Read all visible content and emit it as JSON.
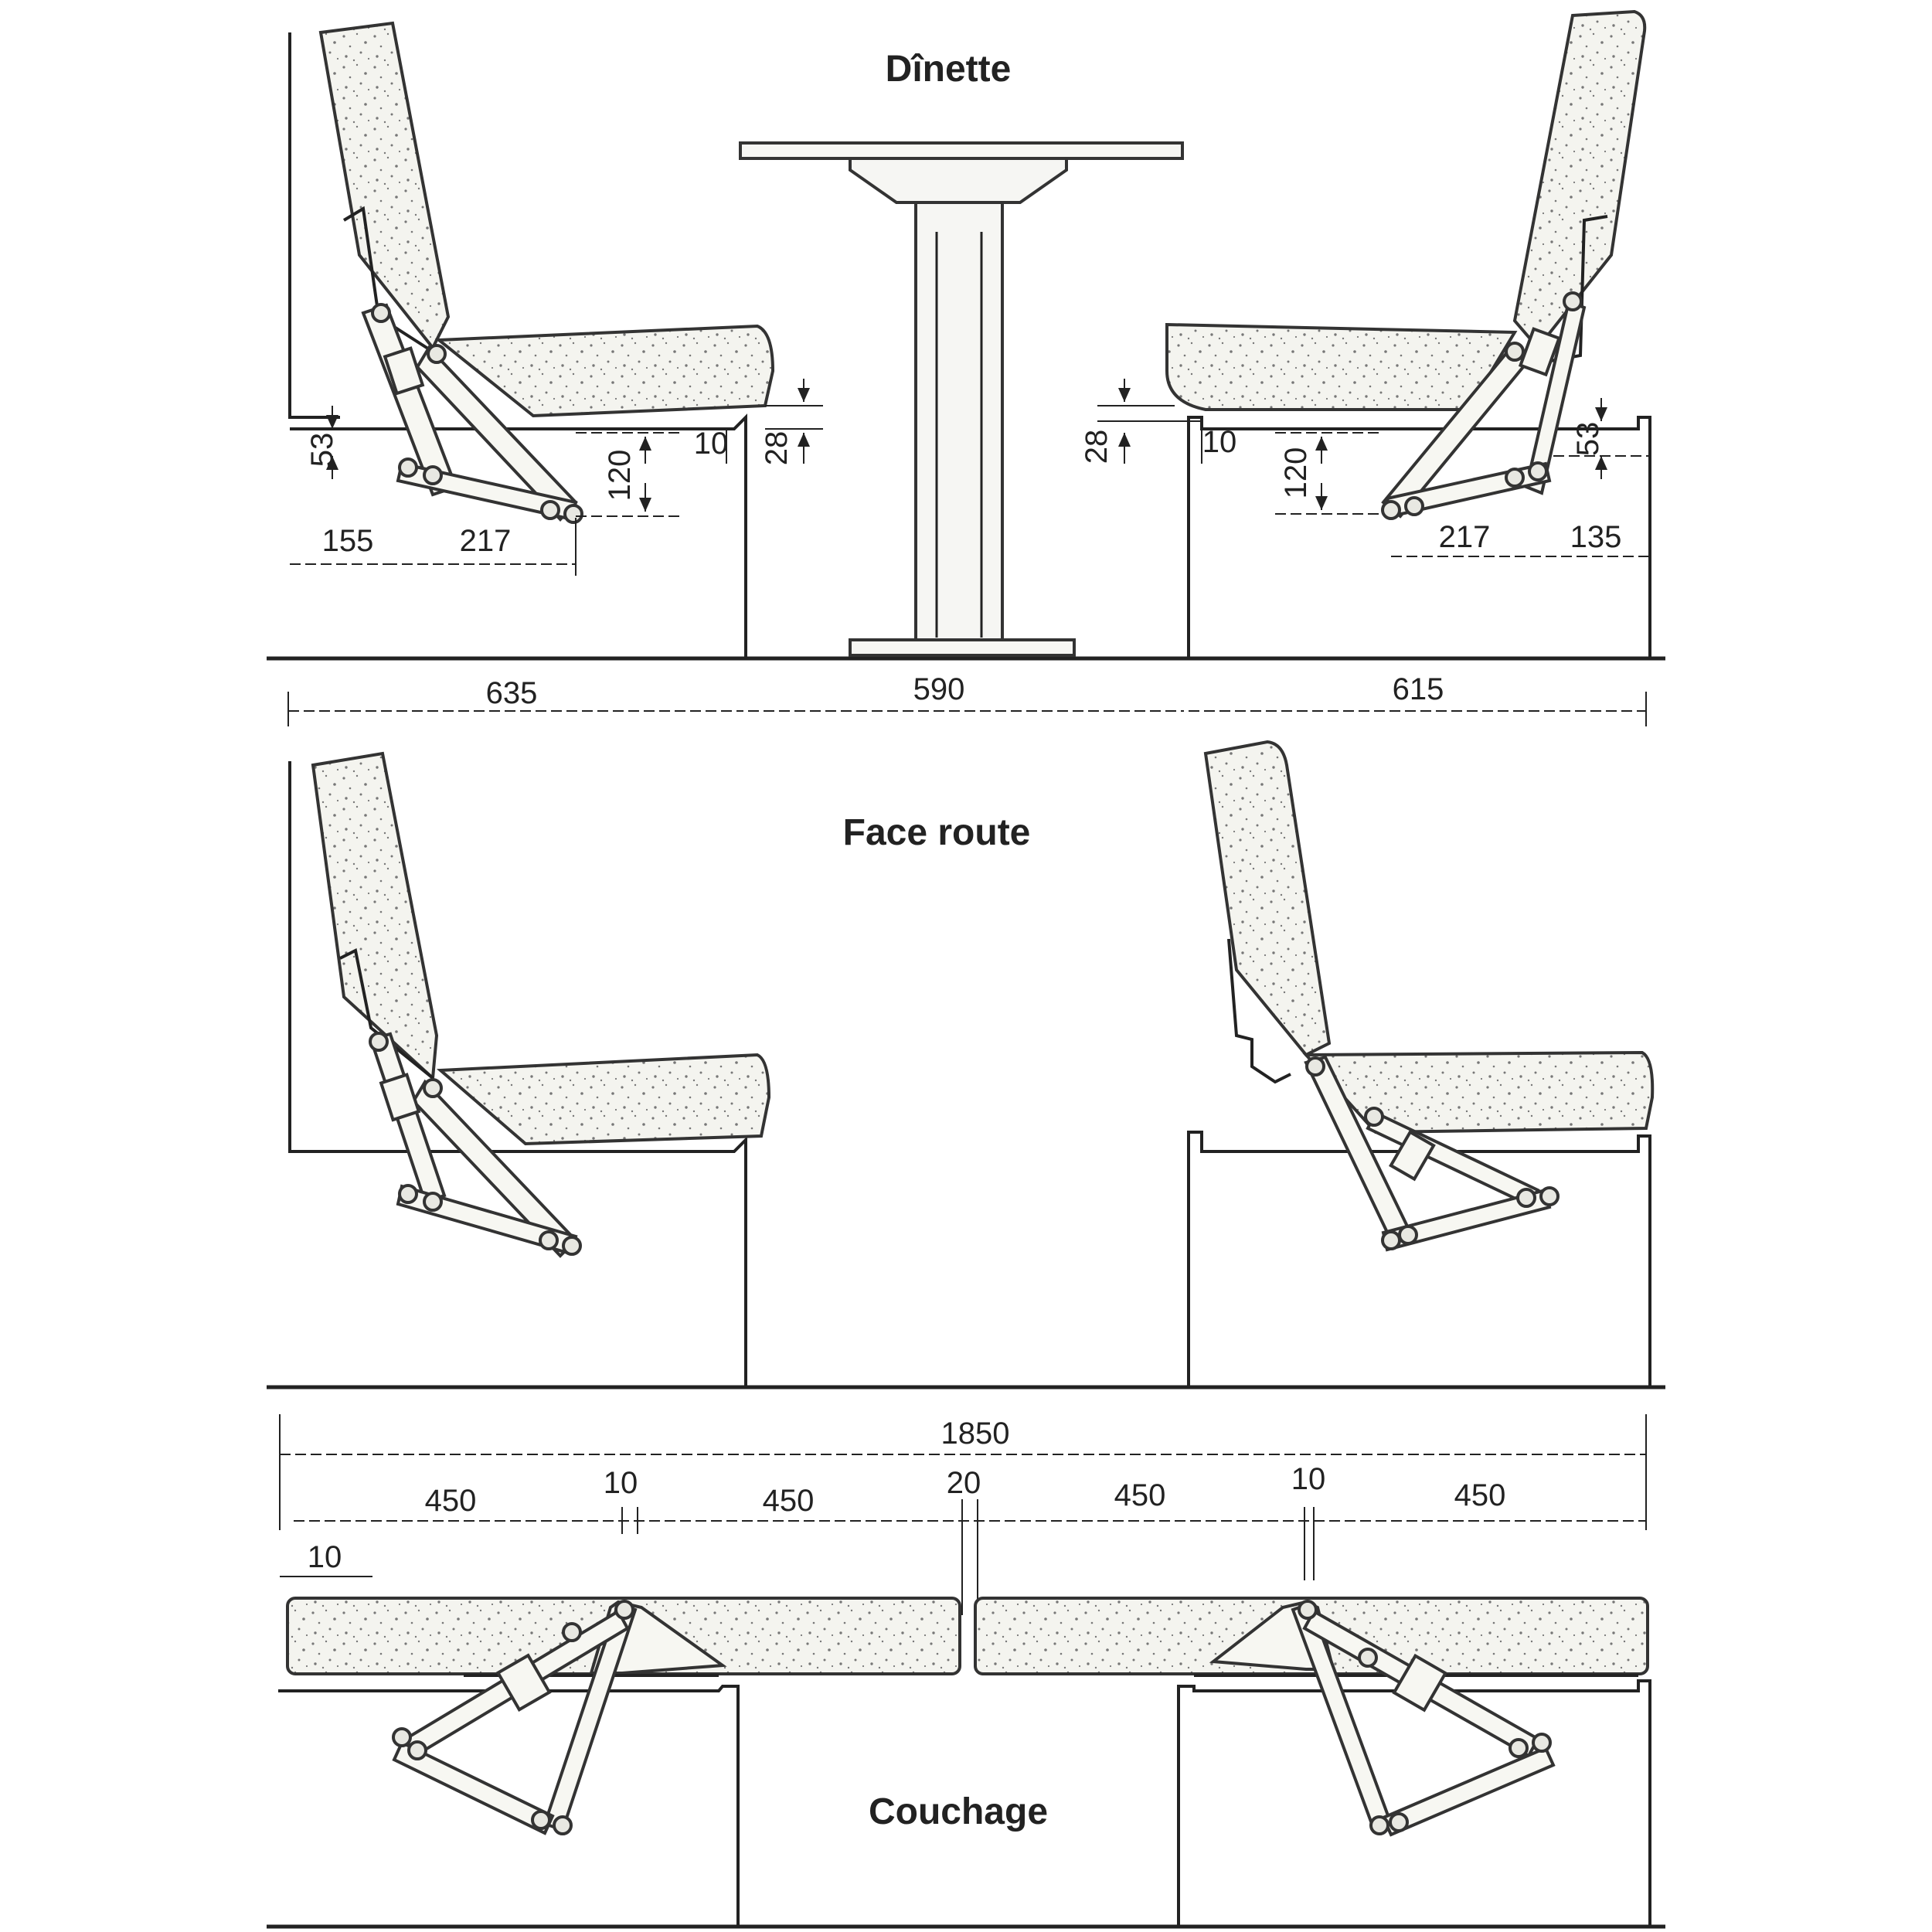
{
  "sections": {
    "dinette": "Dînette",
    "face_route": "Face route",
    "couchage": "Couchage"
  },
  "dimensions": {
    "dinette": {
      "left_53": "53",
      "left_120": "120",
      "left_10": "10",
      "left_28": "28",
      "left_155": "155",
      "left_217": "217",
      "right_28": "28",
      "right_10": "10",
      "right_120": "120",
      "right_53": "53",
      "right_217": "217",
      "right_135": "135",
      "span_left": "635",
      "span_mid": "590",
      "span_right": "615"
    },
    "couchage": {
      "total": "1850",
      "a": "450",
      "b": "10",
      "c": "450",
      "d": "20",
      "e": "450",
      "f": "10",
      "g": "450",
      "margin": "10"
    }
  },
  "colors": {
    "ink": "#222222",
    "foam": "#f4f4ef",
    "speckle": "#777777"
  }
}
